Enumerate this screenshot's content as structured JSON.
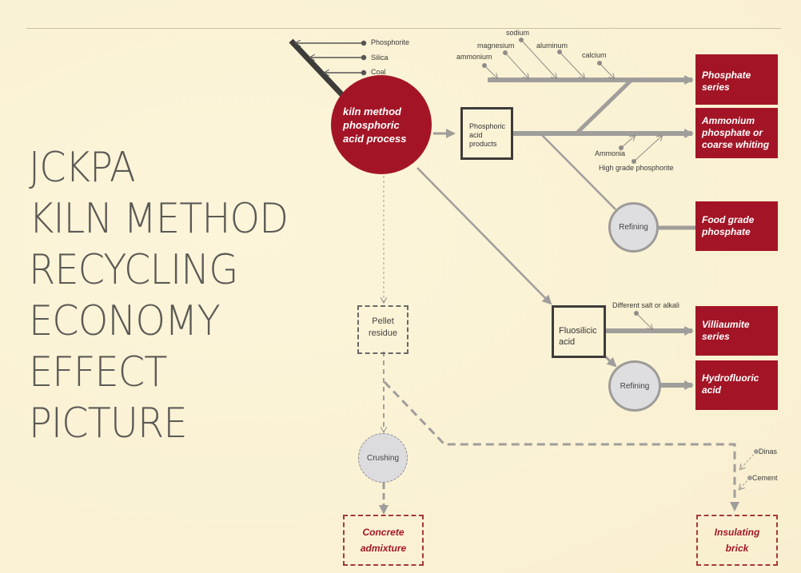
{
  "title": {
    "lines": [
      "JCKPA",
      "KILN METHOD",
      "RECYCLING",
      "ECONOMY",
      "EFFECT",
      "PICTURE"
    ]
  },
  "colors": {
    "accent_red": "#a31526",
    "arrow_grey": "#a09e9b",
    "box_dark": "#3e3c3a",
    "background": "#fbf3d6"
  },
  "inputs": {
    "raw_materials": [
      "Phosphorite",
      "Silica",
      "Coal"
    ]
  },
  "core": {
    "label": "kiln method phosphoric acid process"
  },
  "phosphoric": {
    "label": "Phosphoric acid products",
    "series_inputs": [
      "ammonium",
      "magnesium",
      "sodium",
      "aluminum",
      "calcium"
    ],
    "ammonium_inputs": [
      "Ammonia",
      "High grade phosphorite"
    ],
    "refining": "Refining"
  },
  "fluosilicic": {
    "label": "Fluosilicic acid",
    "salt_input": "Different salt or alkali",
    "refining": "Refining"
  },
  "outputs": {
    "phosphate_series": "Phosphate series",
    "ammonium_phosphate": "Ammonium phosphate or coarse whiting",
    "food_grade": "Food grade phosphate",
    "villiaumite": "Villiaumite series",
    "hydrofluoric": "Hydrofluoric acid"
  },
  "residue": {
    "pellet": "Pellet residue",
    "crushing": "Crushing",
    "concrete": "Concrete admixture",
    "brick_inputs": [
      "Dinas",
      "Cement"
    ],
    "brick": "Insulating brick"
  }
}
